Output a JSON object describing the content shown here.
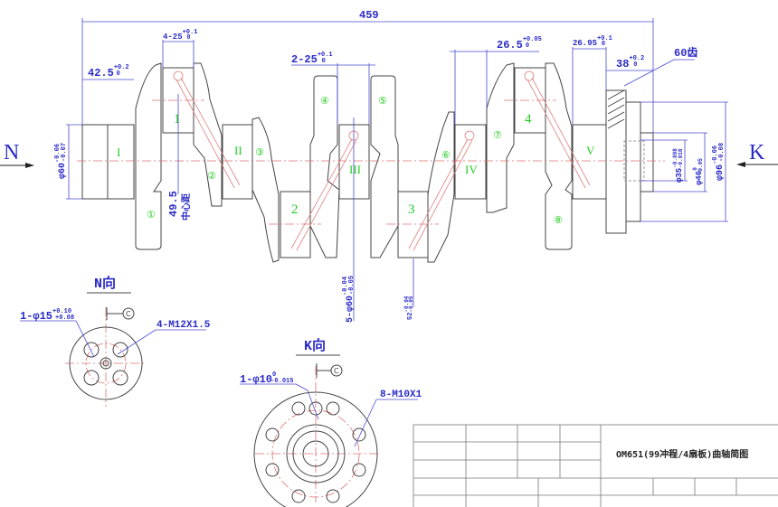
{
  "direction_marks": {
    "n": "N",
    "k": "K"
  },
  "dimensions": {
    "overall_length": "459",
    "end_journal_length": {
      "main": "42.5",
      "upper": "+0.2",
      "lower": "0"
    },
    "crankpin_width": {
      "main": "4-25",
      "upper": "+0.1",
      "lower": "0"
    },
    "center_journal_width": {
      "main": "2-25",
      "upper": "+0.1",
      "lower": "0"
    },
    "journal_iv_width": {
      "main": "26.5",
      "upper": "+0.05",
      "lower": "0"
    },
    "journal_v_width": {
      "main": "26.95",
      "upper": "+0.1",
      "lower": "0"
    },
    "flange_length": {
      "main": "38",
      "upper": "+0.2",
      "lower": "0"
    },
    "gear_teeth": "60齿",
    "front_diameter": {
      "main": "φ60",
      "upper": "-0.06",
      "lower": "-0.07"
    },
    "stroke_center": {
      "main": "49.5",
      "note": "中心距"
    },
    "main_journal_diameter": {
      "main": "5-φ60",
      "upper": "-0.04",
      "lower": "-0.05"
    },
    "crankpin_diameter": {
      "main": "52",
      "upper": "-0.04",
      "lower": "-0.05"
    },
    "bore_diameter": {
      "main": "φ35",
      "upper": "-0.008",
      "lower": "-0.018"
    },
    "hub_diameter": {
      "main": "φ46",
      "upper": "0",
      "lower": "-0.05"
    },
    "flange_diameter": {
      "main": "φ96",
      "upper": "-0.06",
      "lower": "-0.08"
    }
  },
  "labels": {
    "journals": [
      "I",
      "II",
      "III",
      "IV",
      "V"
    ],
    "crankpins": [
      "1",
      "2",
      "3",
      "4"
    ],
    "webs": [
      "①",
      "②",
      "③",
      "④",
      "⑤",
      "⑥",
      "⑦",
      "⑧"
    ]
  },
  "n_view": {
    "title": "N向",
    "hole_callout": {
      "main": "1-φ15",
      "upper": "+0.10",
      "lower": "+0.08"
    },
    "thread_callout": "4-M12X1.5",
    "datum": "C"
  },
  "k_view": {
    "title": "K向",
    "hole_callout": {
      "main": "1-φ10",
      "upper": "0",
      "lower": "-0.015"
    },
    "thread_callout": "8-M10X1",
    "datum": "C"
  },
  "title_block": {
    "title": "OM651(99冲程/4扇板)曲轴简图"
  }
}
